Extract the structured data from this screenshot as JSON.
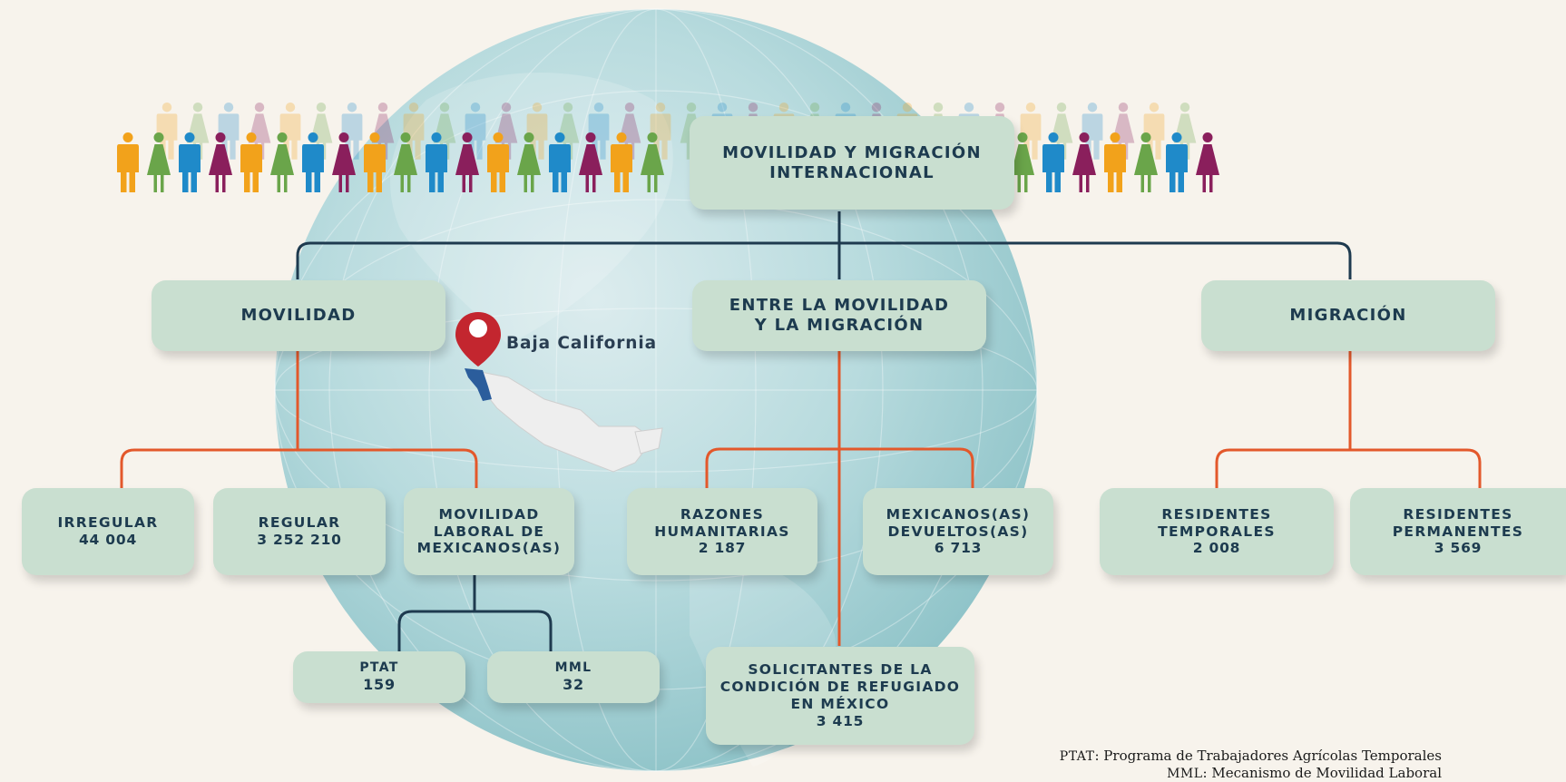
{
  "colors": {
    "background": "#f7f3ec",
    "box_fill": "#c9dfd0",
    "box_text": "#1d3b4f",
    "connector_navy": "#1e3a4f",
    "connector_orange": "#e3582b",
    "pin_red": "#c3262f",
    "region_blue": "#2b5d9c",
    "globe": "#a9d2d6"
  },
  "people_icon_colors": [
    "#f2a21b",
    "#6aa54a",
    "#1f8ac9",
    "#8a1f5c",
    "#f2a21b",
    "#6aa54a",
    "#1f8ac9",
    "#8a1f5c"
  ],
  "location_pin": {
    "label": "Baja California",
    "icon": "map-pin-icon"
  },
  "root": {
    "line1": "MOVILIDAD Y MIGRACIÓN",
    "line2": "INTERNACIONAL"
  },
  "categories": {
    "movilidad": {
      "label": "MOVILIDAD"
    },
    "entre": {
      "line1": "ENTRE LA MOVILIDAD",
      "line2": "Y LA MIGRACIÓN"
    },
    "migracion": {
      "label": "MIGRACIÓN"
    }
  },
  "movilidad_children": {
    "irregular": {
      "label": "IRREGULAR",
      "value": "44 004"
    },
    "regular": {
      "label": "REGULAR",
      "value": "3 252 210"
    },
    "laboral": {
      "line1": "MOVILIDAD",
      "line2": "LABORAL DE",
      "line3": "MEXICANOS(AS)"
    }
  },
  "laboral_children": {
    "ptat": {
      "label": "PTAT",
      "value": "159"
    },
    "mml": {
      "label": "MML",
      "value": "32"
    }
  },
  "entre_children": {
    "humanitarias": {
      "line1": "RAZONES",
      "line2": "HUMANITARIAS",
      "value": "2 187"
    },
    "devueltos": {
      "line1": "MEXICANOS(AS)",
      "line2": "DEVUELTOS(AS)",
      "value": "6 713"
    },
    "refugiado": {
      "line1": "SOLICITANTES DE LA",
      "line2": "CONDICIÓN DE REFUGIADO",
      "line3": "EN MÉXICO",
      "value": "3 415"
    }
  },
  "migracion_children": {
    "temporales": {
      "line1": "RESIDENTES",
      "line2": "TEMPORALES",
      "value": "2 008"
    },
    "permanentes": {
      "line1": "RESIDENTES",
      "line2": "PERMANENTES",
      "value": "3 569"
    }
  },
  "legend": {
    "ptat": {
      "abbr": "PTAT",
      "text": ": Programa de Trabajadores Agrícolas Temporales"
    },
    "mml": {
      "abbr": "MML",
      "text": ": Mecanismo de Movilidad Laboral"
    }
  }
}
